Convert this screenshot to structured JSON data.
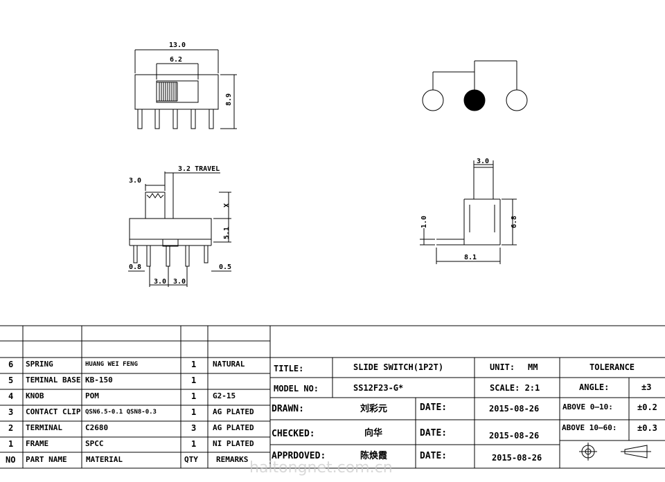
{
  "dimensions": {
    "top_width": "13.0",
    "top_inner": "6.2",
    "top_height": "8.9",
    "side_knob": "3.0",
    "side_travel": "3.2 TRAVEL",
    "side_x": "X",
    "side_height": "5.1",
    "side_left_off": "0.8",
    "side_right_off": "0.5",
    "side_pitch_1": "3.0",
    "side_pitch_2": "3.0",
    "end_knob": "3.0",
    "end_left": "1.0",
    "end_height": "6.8",
    "end_width": "8.1"
  },
  "parts_table": {
    "rows": [
      {
        "no": "6",
        "name": "SPRING",
        "material": "HUANG WEI FENG",
        "qty": "1",
        "remarks": "NATURAL"
      },
      {
        "no": "5",
        "name": "TEMINAL BASE",
        "material": "KB-150",
        "qty": "1",
        "remarks": ""
      },
      {
        "no": "4",
        "name": "KNOB",
        "material": "POM",
        "qty": "1",
        "remarks": "G2-15"
      },
      {
        "no": "3",
        "name": "CONTACT CLIP",
        "material": "QSN6.5-0.1 QSN8-0.3",
        "qty": "1",
        "remarks": "AG PLATED"
      },
      {
        "no": "2",
        "name": "TERMINAL",
        "material": "C2680",
        "qty": "3",
        "remarks": "AG PLATED"
      },
      {
        "no": "1",
        "name": "FRAME",
        "material": "SPCC",
        "qty": "1",
        "remarks": "NI PLATED"
      }
    ],
    "header": {
      "no": "NO",
      "name": "PART NAME",
      "material": "MATERIAL",
      "qty": "QTY",
      "remarks": "REMARKS"
    }
  },
  "title_block": {
    "title_label": "TITLE:",
    "title_value": "SLIDE SWITCH(1P2T)",
    "unit_label": "UNIT:",
    "unit_value": "MM",
    "model_label": "MODEL  NO:",
    "model_value": "SS12F23-G*",
    "scale_label": "SCALE: 2:1",
    "drawn_label": "DRAWN:",
    "drawn_value": "刘彩元",
    "checked_label": "CHECKED:",
    "checked_value": "向华",
    "approved_label": "APPRDOVED:",
    "approved_value": "陈焕霞",
    "date_label": "DATE:",
    "date_1": "2015-08-26",
    "date_2": "2015-08-26",
    "date_3": "2015-08-26"
  },
  "tolerance": {
    "header": "TOLERANCE",
    "angle_label": "ANGLE:",
    "angle_value": "±3",
    "range1_label": "ABOVE 0—10:",
    "range1_value": "±0.2",
    "range2_label": "ABOVE 10—60:",
    "range2_value": "±0.3"
  },
  "watermark": "haitongnet.com.cn"
}
